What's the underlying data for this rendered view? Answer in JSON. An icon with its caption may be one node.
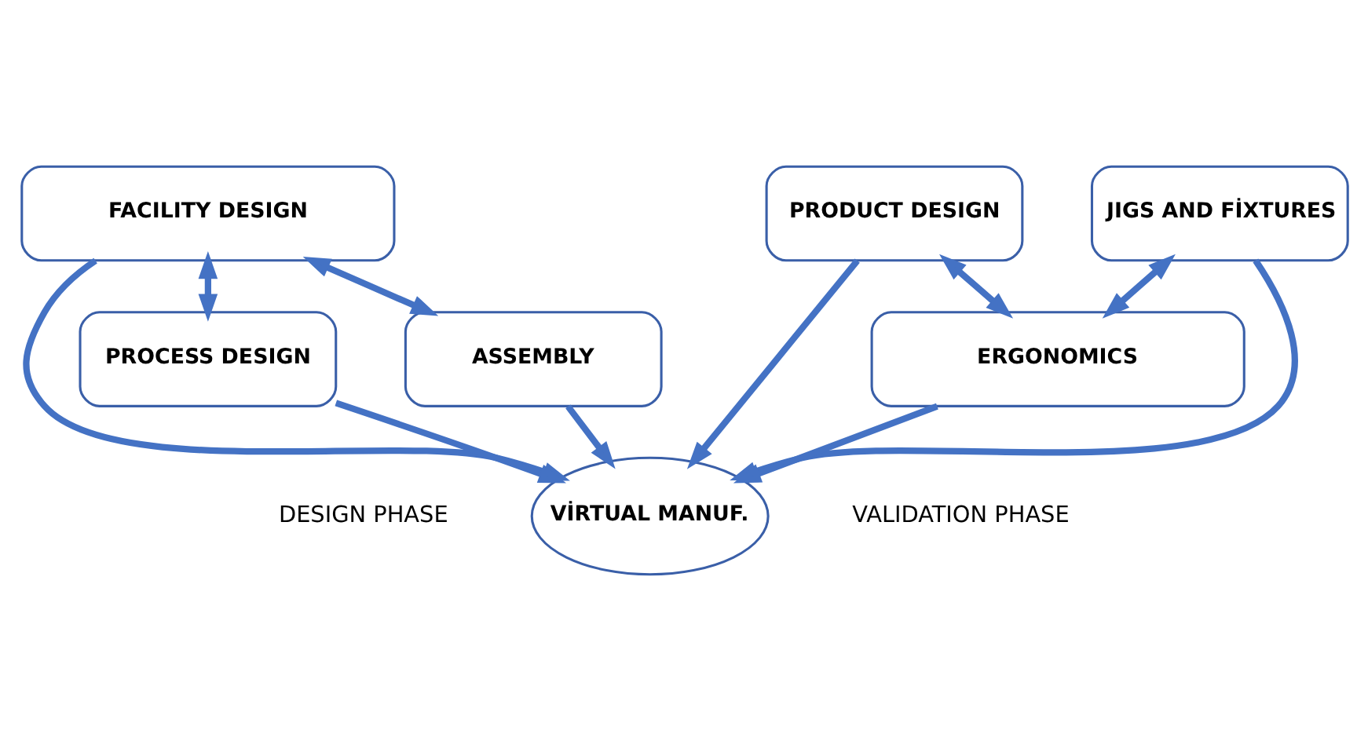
{
  "diagram": {
    "nodes": [
      {
        "text": [
          "FACILITY DESIGN"
        ]
      },
      {
        "text": [
          "PROCESS DESIGN"
        ]
      },
      {
        "text": [
          "ASSEMBLY"
        ]
      },
      {
        "text": [
          "VİRTUAL MANUF."
        ]
      },
      {
        "text": [
          "PRODUCT DESIGN"
        ]
      },
      {
        "text": [
          "JIGS AND FİXTURES"
        ]
      },
      {
        "text": [
          "ERGONOMICS"
        ]
      }
    ],
    "edges": [
      {
        "from": 1,
        "to": 0,
        "arrow": "both"
      },
      {
        "from": 0,
        "to": 2,
        "arrow": "both"
      },
      {
        "from": 0,
        "to": 3,
        "arrow": "to"
      },
      {
        "from": 1,
        "to": 3,
        "arrow": "to"
      },
      {
        "from": 2,
        "to": 3,
        "arrow": "to"
      },
      {
        "from": 4,
        "to": 3,
        "arrow": "to"
      },
      {
        "from": 5,
        "to": 3,
        "arrow": "to"
      },
      {
        "from": 6,
        "to": 3,
        "arrow": "to"
      },
      {
        "from": 4,
        "to": 6,
        "arrow": "both"
      },
      {
        "from": 5,
        "to": 6,
        "arrow": "both"
      }
    ],
    "labels": [
      "DESIGN PHASE",
      "VALIDATION PHASE"
    ]
  }
}
